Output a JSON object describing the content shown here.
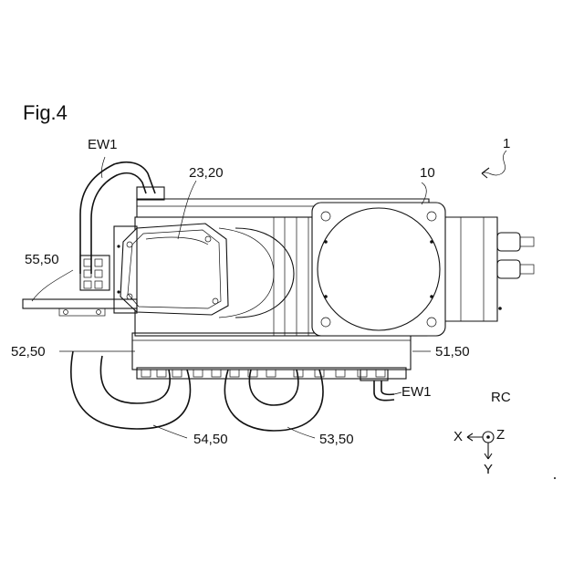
{
  "figure": {
    "title": "Fig.4"
  },
  "labels": {
    "robot": "1",
    "motor_unit": "10",
    "wire_top": "EW1",
    "wire_bottom": "EW1",
    "cover": "23,20",
    "plate": "55,50",
    "left_duct": "52,50",
    "right_duct": "51,50",
    "loop_left": "54,50",
    "loop_right": "53,50"
  },
  "axes": {
    "frame": "RC",
    "x": "X",
    "y": "Y",
    "z": "Z"
  }
}
